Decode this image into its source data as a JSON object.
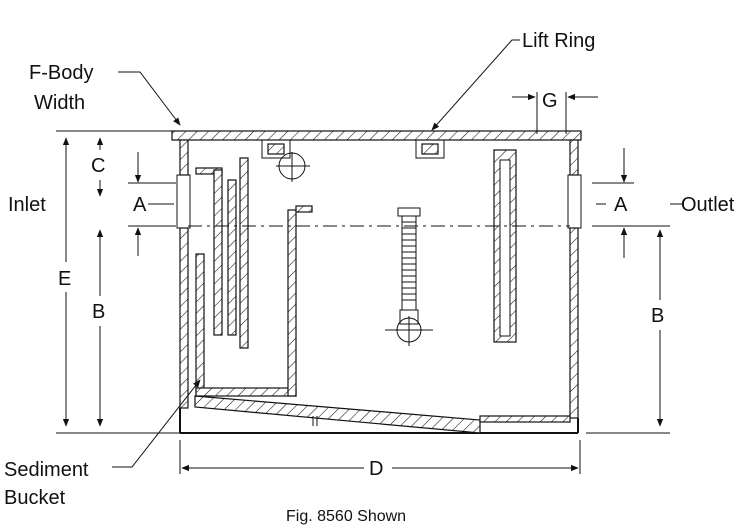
{
  "labels": {
    "f_body_width_line1": "F-Body",
    "f_body_width_line2": "Width",
    "lift_ring": "Lift Ring",
    "g": "G",
    "c": "C",
    "a_left": "A",
    "a_right": "A",
    "inlet": "Inlet",
    "outlet": "Outlet",
    "e": "E",
    "b_left": "B",
    "b_right": "B",
    "d": "D",
    "sediment_line1": "Sediment",
    "sediment_line2": "Bucket",
    "caption": "Fig. 8560 Shown"
  }
}
